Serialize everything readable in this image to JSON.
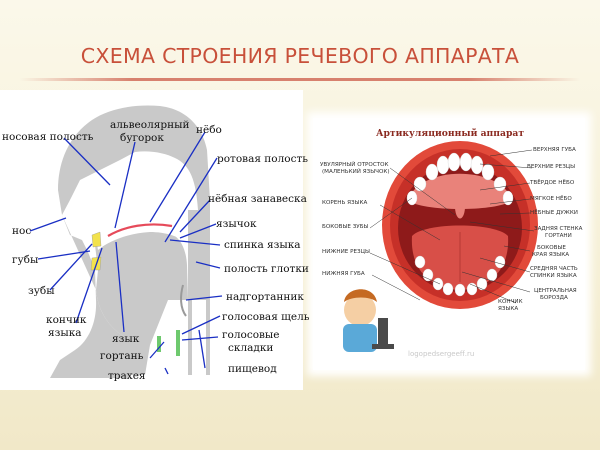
{
  "slide": {
    "title": "СХЕМА СТРОЕНИЯ РЕЧЕВОГО АППАРАТА"
  },
  "left_diagram": {
    "labels": {
      "nasal_cavity": "носовая полость",
      "alveolar_ridge_1": "альвеолярный",
      "alveolar_ridge_2": "бугорок",
      "palate": "нёбо",
      "oral_cavity": "ротовая полость",
      "soft_palate": "нёбная занавеска",
      "nose": "нос",
      "uvula": "язычок",
      "lips": "губы",
      "tongue_back": "спинка языка",
      "pharynx": "полость глотки",
      "teeth": "зубы",
      "epiglottis": "надгортанник",
      "tongue_tip_1": "кончик",
      "tongue_tip_2": "языка",
      "tongue": "язык",
      "glottis": "голосовая щель",
      "vocal_folds_1": "голосовые",
      "vocal_folds_2": "складки",
      "larynx": "гортань",
      "trachea": "трахея",
      "esophagus": "пищевод"
    },
    "colors": {
      "tract": "#c9c9c9",
      "pointer": "#1a2fc4",
      "palate_accent": "#e64a5a",
      "teeth_accent": "#f2e24c",
      "fold_accent": "#6ec96e"
    }
  },
  "right_diagram": {
    "title": "Артикуляционный аппарат",
    "labels_left": {
      "uvula_1": "УВУЛЯРНЫЙ ОТРОСТОК",
      "uvula_2": "(МАЛЕНЬКИЙ ЯЗЫЧОК)",
      "tongue_root": "КОРЕНЬ ЯЗЫКА",
      "side_teeth": "БОКОВЫЕ ЗУБЫ",
      "lower_teeth": "НИЖНИЕ РЕЗЦЫ",
      "lower_lip": "НИЖНЯЯ ГУБА"
    },
    "labels_right": {
      "upper_lip": "ВЕРХНЯЯ ГУБА",
      "upper_teeth": "ВЕРХНИЕ РЕЗЦЫ",
      "hard_palate": "ТВЁРДОЕ НЁБО",
      "soft_palate": "МЯГКОЕ НЁБО",
      "palatine_arches": "НЁБНЫЕ ДУЖКИ",
      "throat_wall_1": "ЗАДНЯЯ СТЕНКА",
      "throat_wall_2": "ГОРТАНИ",
      "tongue_edges_1": "БОКОВЫЕ",
      "tongue_edges_2": "КРАЯ ЯЗЫКА",
      "tongue_mid_1": "СРЕДНЯЯ ЧАСТЬ",
      "tongue_mid_2": "СПИНКИ ЯЗЫКА",
      "central_groove_1": "ЦЕНТРАЛЬНАЯ",
      "central_groove_2": "БОРОЗДА",
      "tongue_tip_1": "КОНЧИК",
      "tongue_tip_2": "ЯЗЫКА"
    },
    "watermark": "logopedsergeeff.ru",
    "colors": {
      "lips": "#e24a3a",
      "mouth_inner": "#8e1a1a",
      "palate": "#e9827a",
      "tongue": "#d84f48",
      "teeth": "#ffffff"
    }
  }
}
